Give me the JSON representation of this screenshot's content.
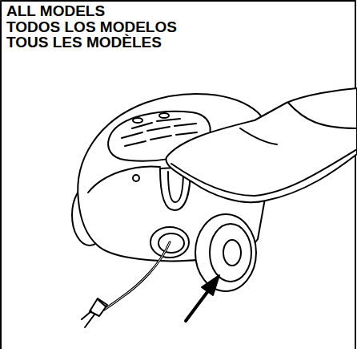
{
  "diagram": {
    "labels": [
      "ALL MODELS",
      "TODOS LOS MODELOS",
      "TOUS LES MODÈLES"
    ]
  }
}
